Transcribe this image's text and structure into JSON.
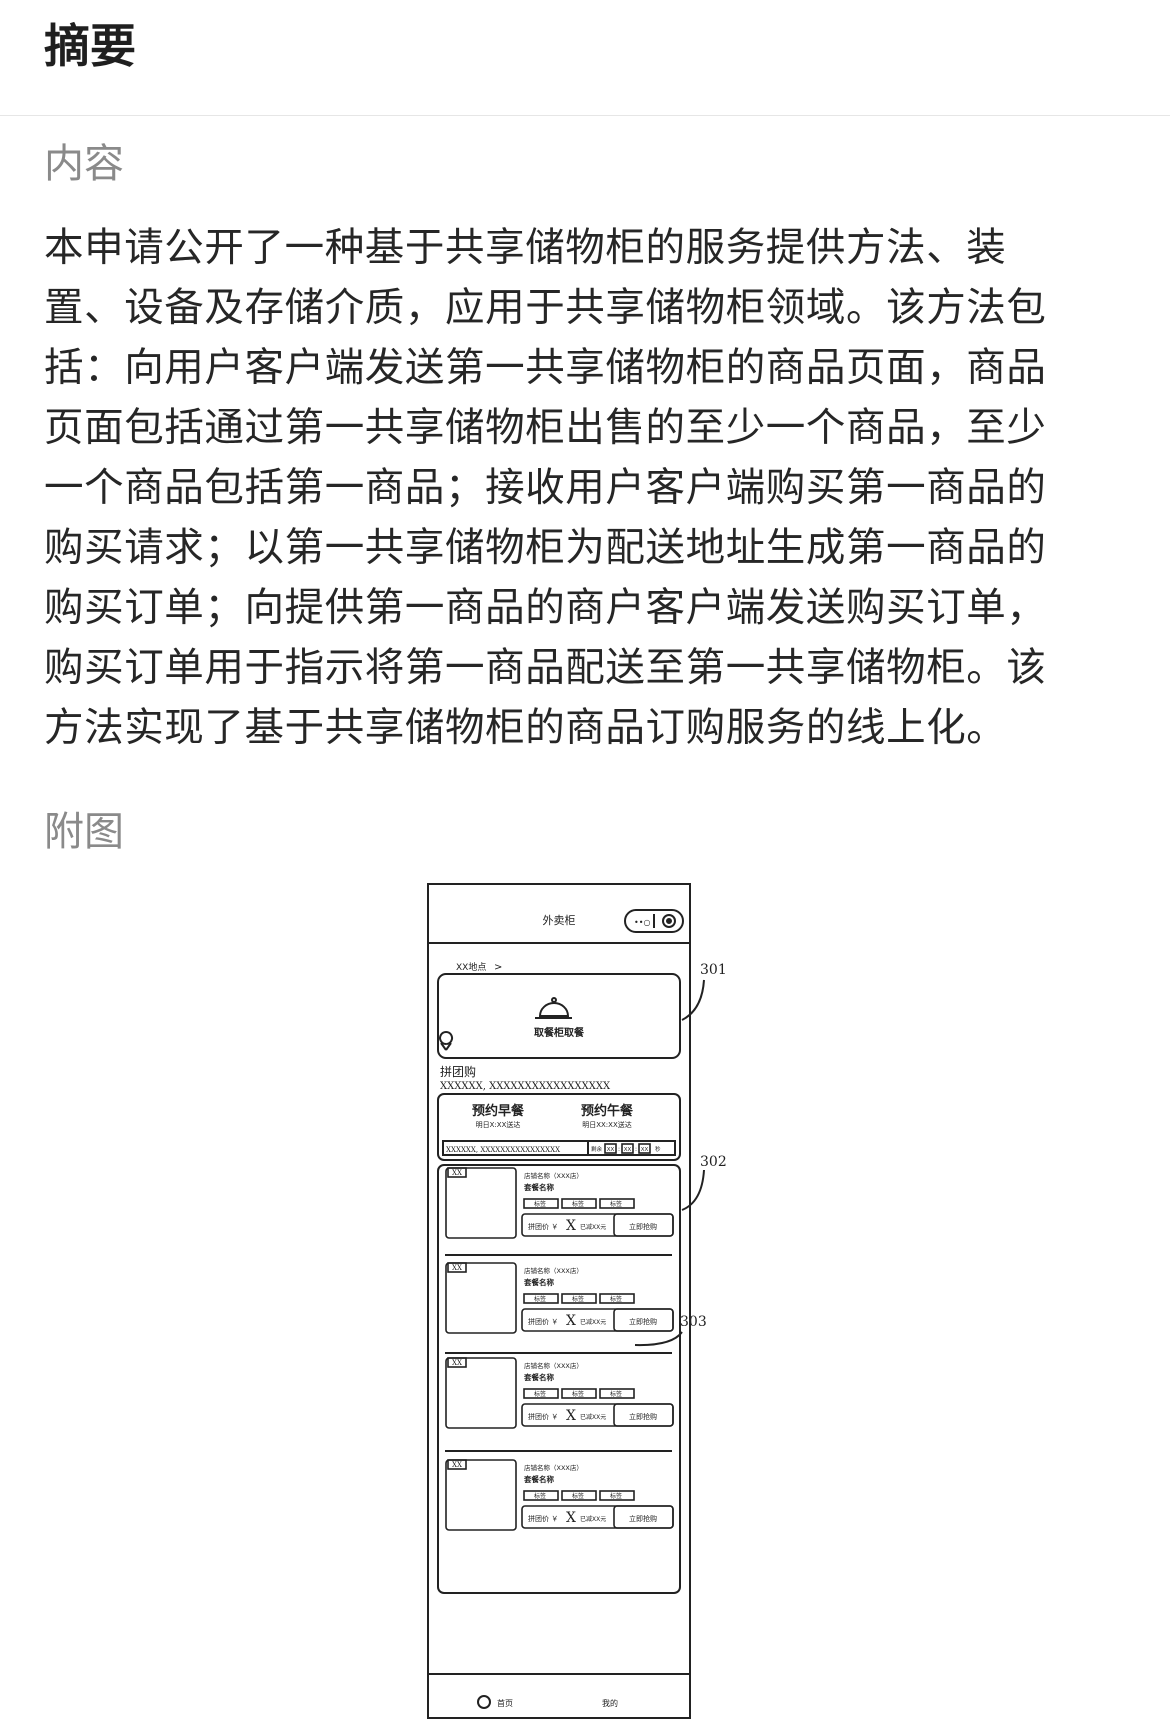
{
  "header": {
    "title": "摘要"
  },
  "content": {
    "label": "内容",
    "lines": [
      "本申请公开了一种基于共享储物柜的服务提供方法、装",
      "置、设备及存储介质，应用于共享储物柜领域。该方法包",
      "括：向用户客户端发送第一共享储物柜的商品页面，商品",
      "页面包括通过第一共享储物柜出售的至少一个商品，至少",
      "一个商品包括第一商品；接收用户客户端购买第一商品的",
      "购买请求；以第一共享储物柜为配送地址生成第一商品的",
      "购买订单；向提供第一商品的商户客户端发送购买订单，",
      "购买订单用于指示将第一商品配送至第一共享储物柜。该",
      "方法实现了基于共享储物柜的商品订购服务的线上化。"
    ]
  },
  "figure": {
    "label": "附图",
    "title": "外卖柜",
    "capsule_icons": [
      "more-icon",
      "target-icon"
    ],
    "location": "XX地点",
    "location_chevron": ">",
    "pickup_label": "取餐柜取餐",
    "group_title": "拼团购",
    "group_desc": "XXXXXX, XXXXXXXXXXXXXXXXX",
    "meal_1": {
      "title": "预约早餐",
      "sub": "明日X:XX送达"
    },
    "meal_2": {
      "title": "预约午餐",
      "sub": "明日XX:XX送达"
    },
    "countdown_text": "XXXXXX, XXXXXXXXXXXXXXXX",
    "countdown_prefix": "剩余",
    "countdown_boxes": [
      "XX",
      "XX",
      "XX"
    ],
    "countdown_sep": ":",
    "countdown_suffix": "秒",
    "item_badge": "XX",
    "store_name": "店铺名称（XXX店）",
    "package_name": "套餐名称",
    "tag_label": "标签",
    "price_label": "拼团价 ￥",
    "price_value": "X",
    "saved_label": "已减XX元",
    "buy_button": "立即抢购",
    "ref_301": "301",
    "ref_302": "302",
    "ref_303": "303",
    "nav_home": "首页",
    "nav_mine": "我的"
  }
}
